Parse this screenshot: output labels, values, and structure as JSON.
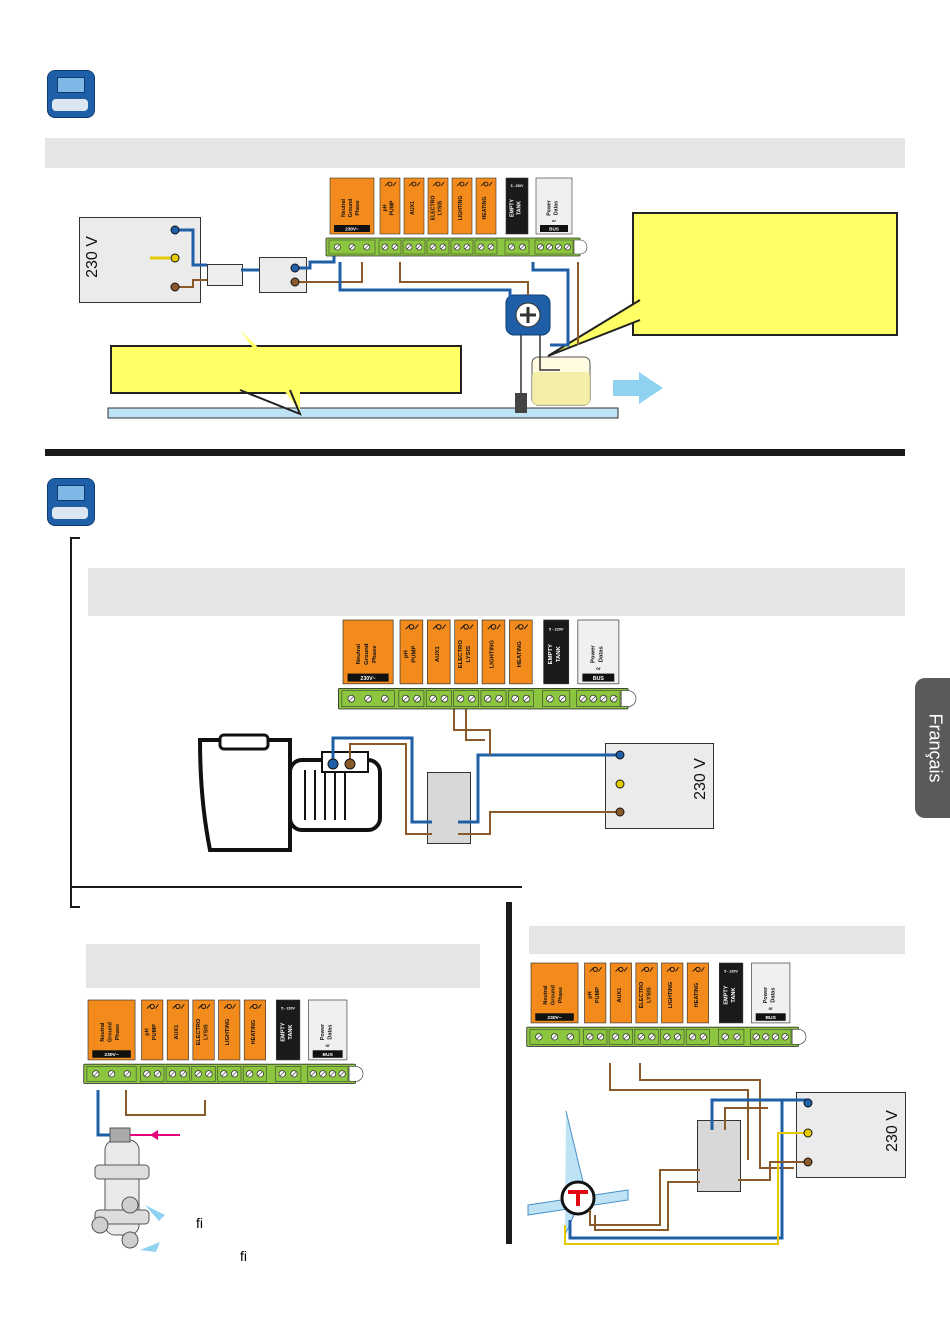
{
  "side_tab": {
    "label": "Français"
  },
  "terminal_block": {
    "modules": [
      {
        "lines": [
          "Neutral",
          "Ground",
          "Phase"
        ],
        "footer": "230V~",
        "color": "#f28a1c"
      },
      {
        "lines": [
          "pH",
          "PUMP"
        ],
        "color": "#f28a1c"
      },
      {
        "lines": [
          "AUX1"
        ],
        "color": "#f28a1c"
      },
      {
        "lines": [
          "ELECTRO",
          "LYSIS"
        ],
        "color": "#f28a1c"
      },
      {
        "lines": [
          "LIGHTING"
        ],
        "color": "#f28a1c"
      },
      {
        "lines": [
          "HEATING"
        ],
        "color": "#f28a1c"
      },
      {
        "lines": [
          "EMPTY",
          "TANK"
        ],
        "small": "5 - 220V",
        "color": "#1a1a1a"
      },
      {
        "lines": [
          "Power",
          "Datas"
        ],
        "footer": "BUS",
        "or": "or",
        "color": "#f0f0f0"
      }
    ]
  },
  "section1": {
    "supply_label": "230 V"
  },
  "section2": {
    "supply_label": "230 V"
  },
  "section3": {
    "ligature": "fi",
    "ligature2": "fi"
  },
  "section4": {
    "supply_label": "230 V"
  },
  "colors": {
    "blue_wire": "#1f5fa8",
    "brown_wire": "#8b5a2b",
    "board": "#8cc63f",
    "bubble": "#ffff66",
    "water": "#bde3f5",
    "arrow": "#8fd3f0",
    "magenta": "#e6007e"
  }
}
